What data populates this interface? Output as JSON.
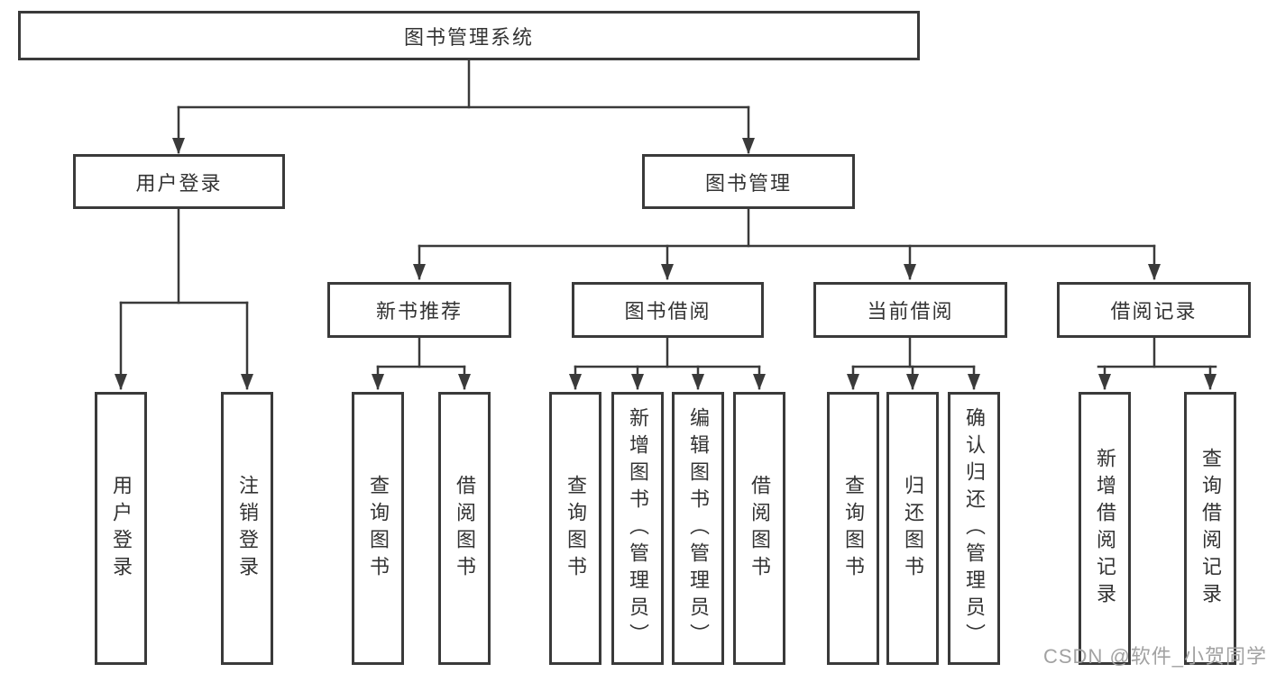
{
  "diagram_type": "hierarchy-tree",
  "colors": {
    "line": "#3a3a3a",
    "box_border": "#3a3a3a",
    "text": "#333333",
    "watermark": "#a2a2a2",
    "background": "#ffffff"
  },
  "tree": {
    "label": "图书管理系统",
    "children": [
      {
        "label": "用户登录",
        "children": [
          {
            "label": "用户登录"
          },
          {
            "label": "注销登录"
          }
        ]
      },
      {
        "label": "图书管理",
        "children": [
          {
            "label": "新书推荐",
            "children": [
              {
                "label": "查询图书"
              },
              {
                "label": "借阅图书"
              }
            ]
          },
          {
            "label": "图书借阅",
            "children": [
              {
                "label": "查询图书"
              },
              {
                "label": "新增图书（管理员）"
              },
              {
                "label": "编辑图书（管理员）"
              },
              {
                "label": "借阅图书"
              }
            ]
          },
          {
            "label": "当前借阅",
            "children": [
              {
                "label": "查询图书"
              },
              {
                "label": "归还图书"
              },
              {
                "label": "确认归还（管理员）"
              }
            ]
          },
          {
            "label": "借阅记录",
            "children": [
              {
                "label": "新增借阅记录"
              },
              {
                "label": "查询借阅记录"
              }
            ]
          }
        ]
      }
    ]
  },
  "watermark": {
    "text": "CSDN @软件_小贺同学"
  }
}
